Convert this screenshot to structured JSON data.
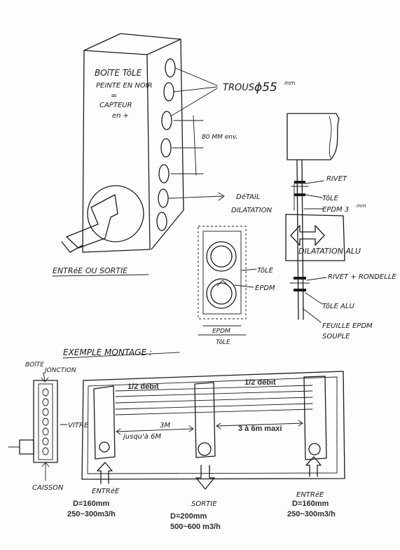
{
  "box_sketch": {
    "label_line1": "BOîTE TôLE",
    "label_line2": "PEINTE EN NOIR",
    "label_line3": "=",
    "label_line4": "CAPTEUR",
    "label_line5": "en +",
    "holes_label": "TROUS",
    "holes_symbol": "ϕ55",
    "holes_unit": "mm",
    "spacing_label": "80 MM env.",
    "detail_line1": "DéTAIL",
    "detail_line2": "DILATATION",
    "inout_label": "ENTRéE OU SORTIE"
  },
  "strip_detail": {
    "tole_label": "TôLE",
    "epdm_label": "EPDM",
    "bottom_epdm": "EPDM",
    "bottom_tole": "TôLE"
  },
  "section_detail": {
    "rivet": "RIVET",
    "tole": "TôLE",
    "epdm": "EPDM 3",
    "epdm_unit": "mm",
    "dilatation": "DILATATION ALU",
    "rivet_rondelle": "RIVET + RONDELLE",
    "tole_alu": "TôLE ALU",
    "feuille_line1": "FEUILLE EPDM",
    "feuille_line2": "SOUPLE"
  },
  "montage": {
    "title": "EXEMPLE MONTAGE :",
    "boite_jonction_1": "BOîTE",
    "boite_jonction_2": "JONCTION",
    "vitre": "VITRE",
    "caisson": "CAISSON",
    "half_flow_left": "1/2 débit",
    "half_flow_right": "1/2 débit",
    "span_left_1": "3M",
    "span_left_2": "jusqu'à 6M",
    "span_right": "3 à 6m maxi",
    "inlet_left": "ENTRéE",
    "outlet": "SORTIE",
    "inlet_right": "ENTRéE",
    "left_diameter": "D=160mm",
    "left_flow": "250~300m3/h",
    "center_diameter": "D=200mm",
    "center_flow": "500~600 m3/h",
    "right_diameter": "D=160mm",
    "right_flow": "250~300m3/h"
  }
}
